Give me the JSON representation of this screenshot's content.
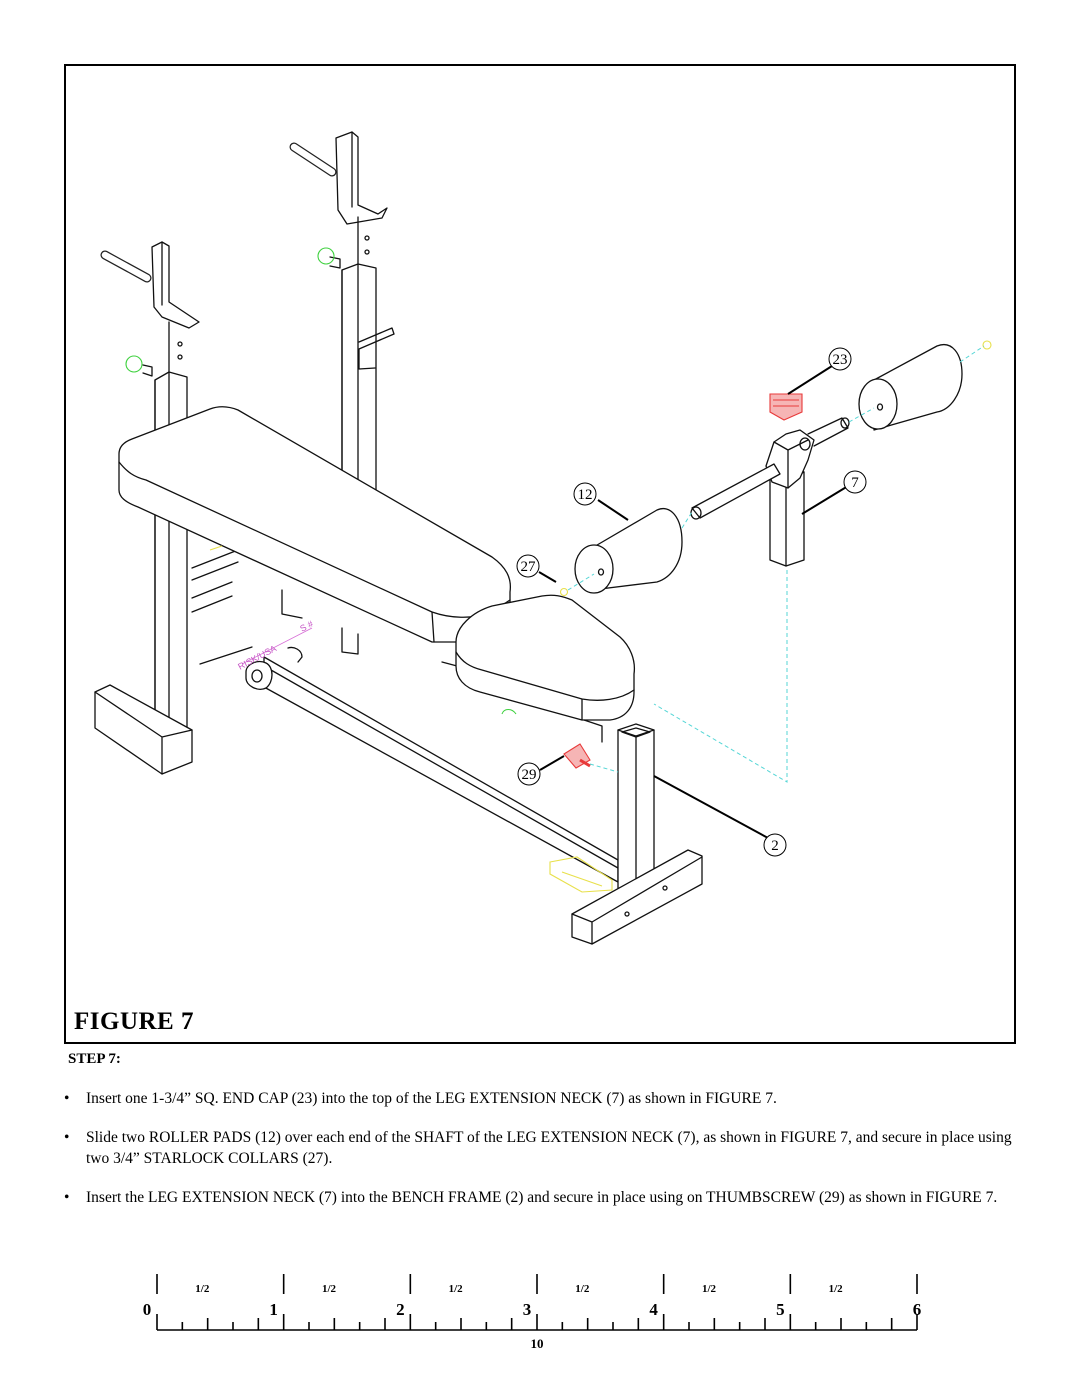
{
  "figure": {
    "title": "FIGURE 7",
    "callouts": [
      {
        "number": "23",
        "part": "1-3/4\" SQ. END CAP"
      },
      {
        "number": "7",
        "part": "LEG EXTENSION NECK"
      },
      {
        "number": "12",
        "part": "ROLLER PAD"
      },
      {
        "number": "27",
        "part": "3/4\" STARLOCK COLLAR"
      },
      {
        "number": "29",
        "part": "THUMBSCREW"
      },
      {
        "number": "2",
        "part": "BENCH FRAME"
      }
    ],
    "decal_text": "RISK/USA",
    "decal_text_2": "S #"
  },
  "step": {
    "heading": "STEP 7:",
    "bullet_symbol": "•",
    "instructions": [
      "Insert one 1-3/4” SQ. END CAP (23) into the top of the LEG EXTENSION NECK (7) as shown in FIGURE 7.",
      "Slide two ROLLER PADS (12) over each end of the SHAFT of the LEG EXTENSION NECK (7), as shown in FIGURE 7, and secure in place using two 3/4” STARLOCK COLLARS (27).",
      "Insert the LEG EXTENSION NECK (7) into the BENCH FRAME (2) and secure in place using on THUMBSCREW (29) as shown in FIGURE 7."
    ]
  },
  "ruler": {
    "major_labels": [
      "0",
      "1",
      "2",
      "3",
      "4",
      "5",
      "6"
    ],
    "half_label": "1/2",
    "unit_label": "10"
  }
}
